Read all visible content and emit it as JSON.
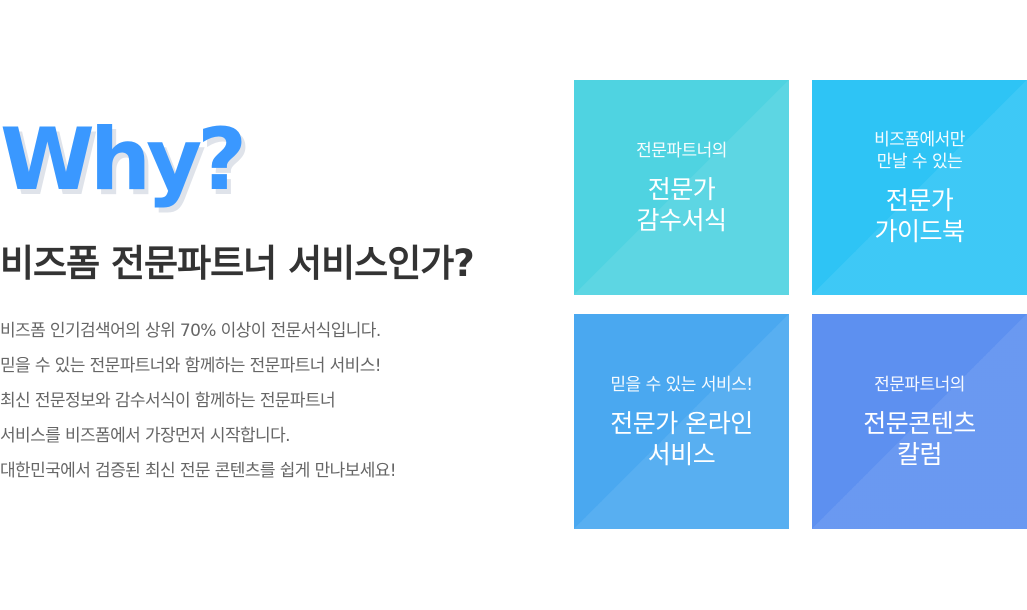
{
  "intro": {
    "why": "Why?",
    "headline": "비즈폼 전문파트너 서비스인가?",
    "description": [
      "비즈폼 인기검색어의 상위 70% 이상이 전문서식입니다.",
      "믿을 수 있는 전문파트너와 함께하는 전문파트너 서비스!",
      "최신 전문정보와 감수서식이 함께하는 전문파트너",
      "서비스를 비즈폼에서 가장먼저 시작합니다.",
      "대한민국에서 검증된 최신 전문 콘텐츠를 쉽게 만나보세요!"
    ]
  },
  "cards": [
    {
      "subtitle": "전문파트너의",
      "title": "전문가\n감수서식",
      "color": "#4fd3e1"
    },
    {
      "subtitle": "비즈폼에서만\n만날 수 있는",
      "title": "전문가\n가이드북",
      "color": "#2ec4f5"
    },
    {
      "subtitle": "믿을 수 있는 서비스!",
      "title": "전문가 온라인\n서비스",
      "color": "#4aa8f0"
    },
    {
      "subtitle": "전문파트너의",
      "title": "전문콘텐츠\n칼럼",
      "color": "#5d90f0"
    }
  ],
  "colors": {
    "accent": "#3a98ff",
    "headline": "#333333",
    "body_text": "#666666"
  }
}
